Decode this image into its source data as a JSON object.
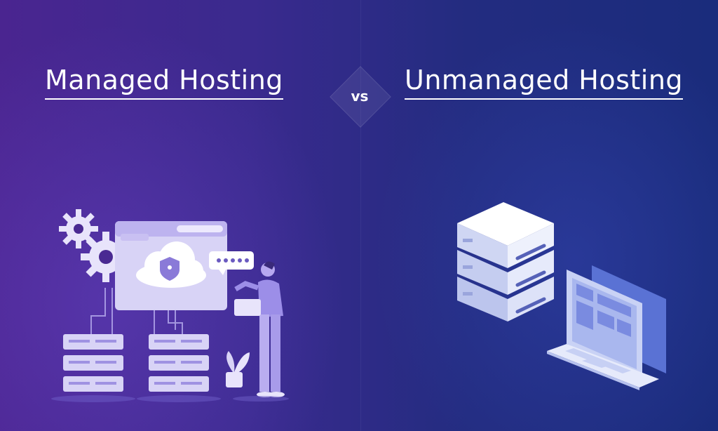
{
  "headings": {
    "left": "Managed Hosting",
    "vs": "vs",
    "right": "Unmanaged Hosting"
  },
  "icons": {
    "left_illustration": "managed-hosting-illustration",
    "right_illustration": "unmanaged-hosting-illustration"
  },
  "colors": {
    "background_left": "#4a2590",
    "background_right": "#1a2c7c",
    "heading": "#ffffff",
    "illustration_light": "#dcd8f5",
    "illustration_accent": "#8a7ad8"
  }
}
